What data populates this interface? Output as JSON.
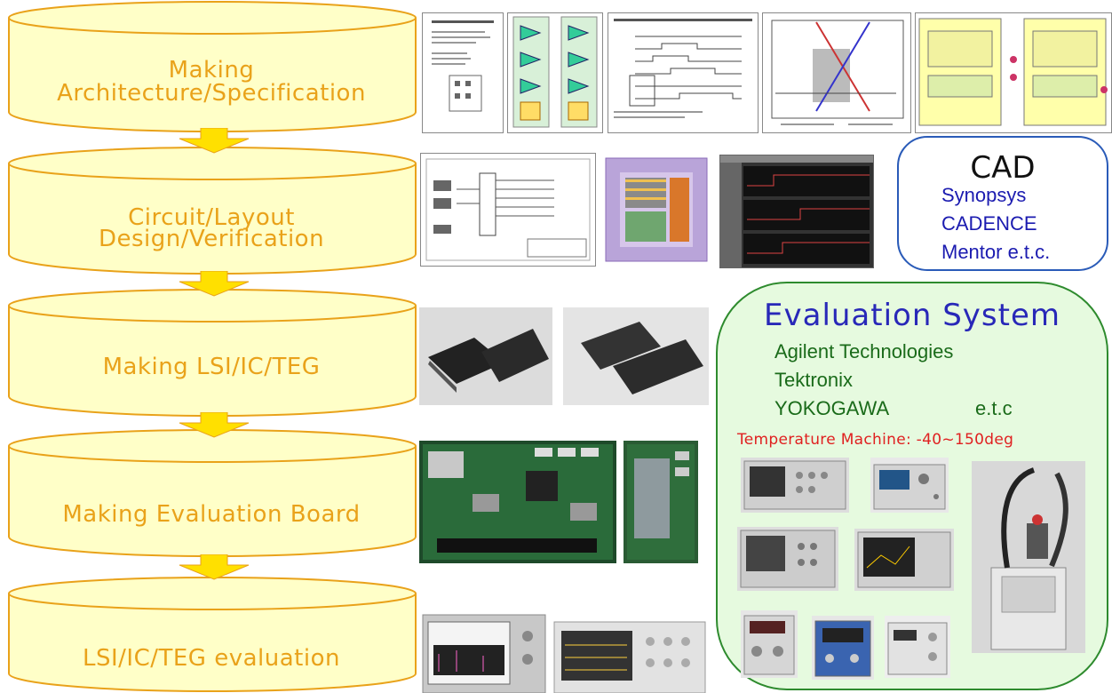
{
  "flow": {
    "steps": [
      {
        "lines": [
          "Making",
          "Architecture/Specification"
        ]
      },
      {
        "lines": [
          "Circuit/Layout",
          "Design/Verification"
        ]
      },
      {
        "lines": [
          "Making LSI/IC/TEG"
        ]
      },
      {
        "lines": [
          "Making Evaluation Board"
        ]
      },
      {
        "lines": [
          "LSI/IC/TEG evaluation"
        ]
      }
    ],
    "cylinder_fill": "#ffffc8",
    "cylinder_stroke": "#e9a21a",
    "label_color": "#e9a21a",
    "arrow_color": "#ffe000"
  },
  "cad": {
    "title": "CAD",
    "vendors": [
      "Synopsys",
      "CADENCE",
      "Mentor e.t.c."
    ],
    "border_color": "#2a5bb8",
    "vendor_color": "#1b1bb0"
  },
  "evaluation": {
    "title": "Evaluation System",
    "vendors": [
      "Agilent Technologies",
      "Tektronix",
      "YOKOGAWA"
    ],
    "etc": "e.t.c",
    "temperature": "Temperature Machine: -40~150deg",
    "background": "#e6fadf",
    "border_color": "#2e8b2e",
    "title_color": "#2828b8",
    "vendor_color": "#1a6b1a",
    "temperature_color": "#e02020"
  },
  "thumbnails": {
    "spec": [
      "document-icon",
      "block-diagram-icon",
      "timing-diagram-icon",
      "waveform-chart-icon",
      "chip-block-icon"
    ],
    "design": [
      "schematic-icon",
      "layout-icon",
      "simulation-icon"
    ],
    "lsi": [
      "ic-package-photo",
      "ic-package-photo"
    ],
    "board": [
      "pcb-board-photo",
      "pcb-board-photo"
    ],
    "instruments": [
      "analyzer-photo",
      "oscilloscope-photo"
    ]
  }
}
